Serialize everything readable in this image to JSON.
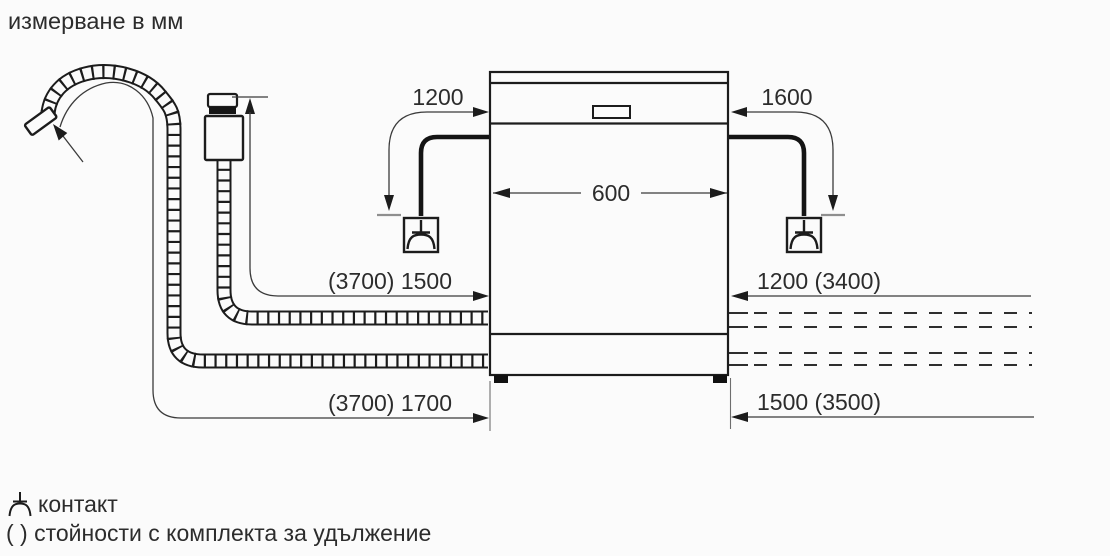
{
  "title": "измерване в мм",
  "labels": {
    "cord_left": "1200",
    "cord_right": "1600",
    "appliance_width": "600",
    "supply_hose_left": "(3700) 1500",
    "drain_hose_left": "(3700) 1700",
    "supply_hose_right": "1200 (3400)",
    "drain_hose_right": "1500 (3500)"
  },
  "legend": {
    "socket": "контакт",
    "extension": "( ) стойности с комплекта за удължение"
  },
  "icons": {
    "socket_symbol": "power-socket-icon",
    "arrow": "dimension-arrow"
  },
  "colors": {
    "background": "#fbfbfb",
    "line": "#1c1c1c",
    "dimension_line": "#3b3b3b",
    "text": "#2c2c2c"
  }
}
